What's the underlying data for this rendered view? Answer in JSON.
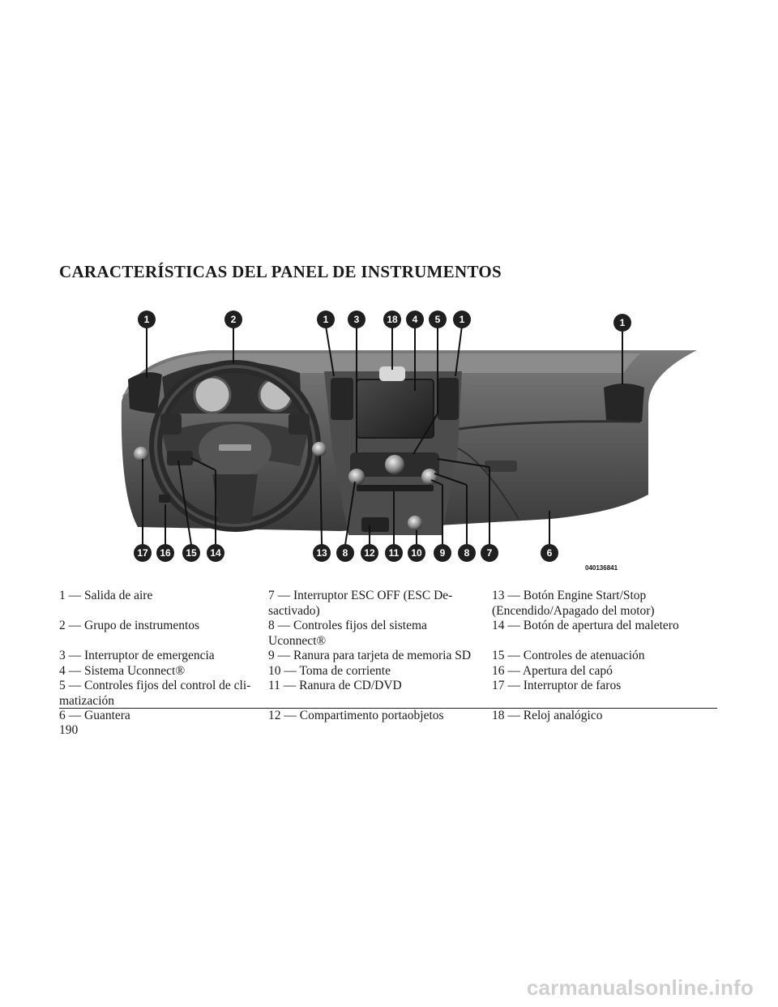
{
  "title": "CARACTERÍSTICAS DEL PANEL DE INSTRUMENTOS",
  "figure": {
    "code": "040136841",
    "callouts_top": [
      "1",
      "2",
      "1",
      "3",
      "18",
      "4",
      "5",
      "1",
      "1"
    ],
    "callouts_bottom": [
      "17",
      "16",
      "15",
      "14",
      "13",
      "8",
      "12",
      "11",
      "10",
      "9",
      "8",
      "7",
      "6"
    ]
  },
  "legend": {
    "rows": [
      [
        "1 — Salida de aire",
        "7 — Interruptor ESC OFF (ESC De-\nsactivado)",
        "13 — Botón Engine Start/Stop\n(Encendido/Apagado del motor)"
      ],
      [
        "2 — Grupo de instrumentos",
        "8 — Controles fijos del sistema\nUconnect®",
        "14 — Botón de apertura del maletero"
      ],
      [
        "3 — Interruptor de emergencia",
        "9 — Ranura para tarjeta de memoria SD",
        "15 — Controles de atenuación"
      ],
      [
        "4 — Sistema Uconnect®",
        "10 — Toma de corriente",
        "16 — Apertura del capó"
      ],
      [
        "5 — Controles fijos del control de cli-\nmatización",
        "11 — Ranura de CD/DVD",
        "17 — Interruptor de faros"
      ],
      [
        "6 — Guantera",
        "12 — Compartimento portaobjetos",
        "18 — Reloj analógico"
      ]
    ]
  },
  "page_number": "190",
  "watermark": "carmanualsonline.info"
}
